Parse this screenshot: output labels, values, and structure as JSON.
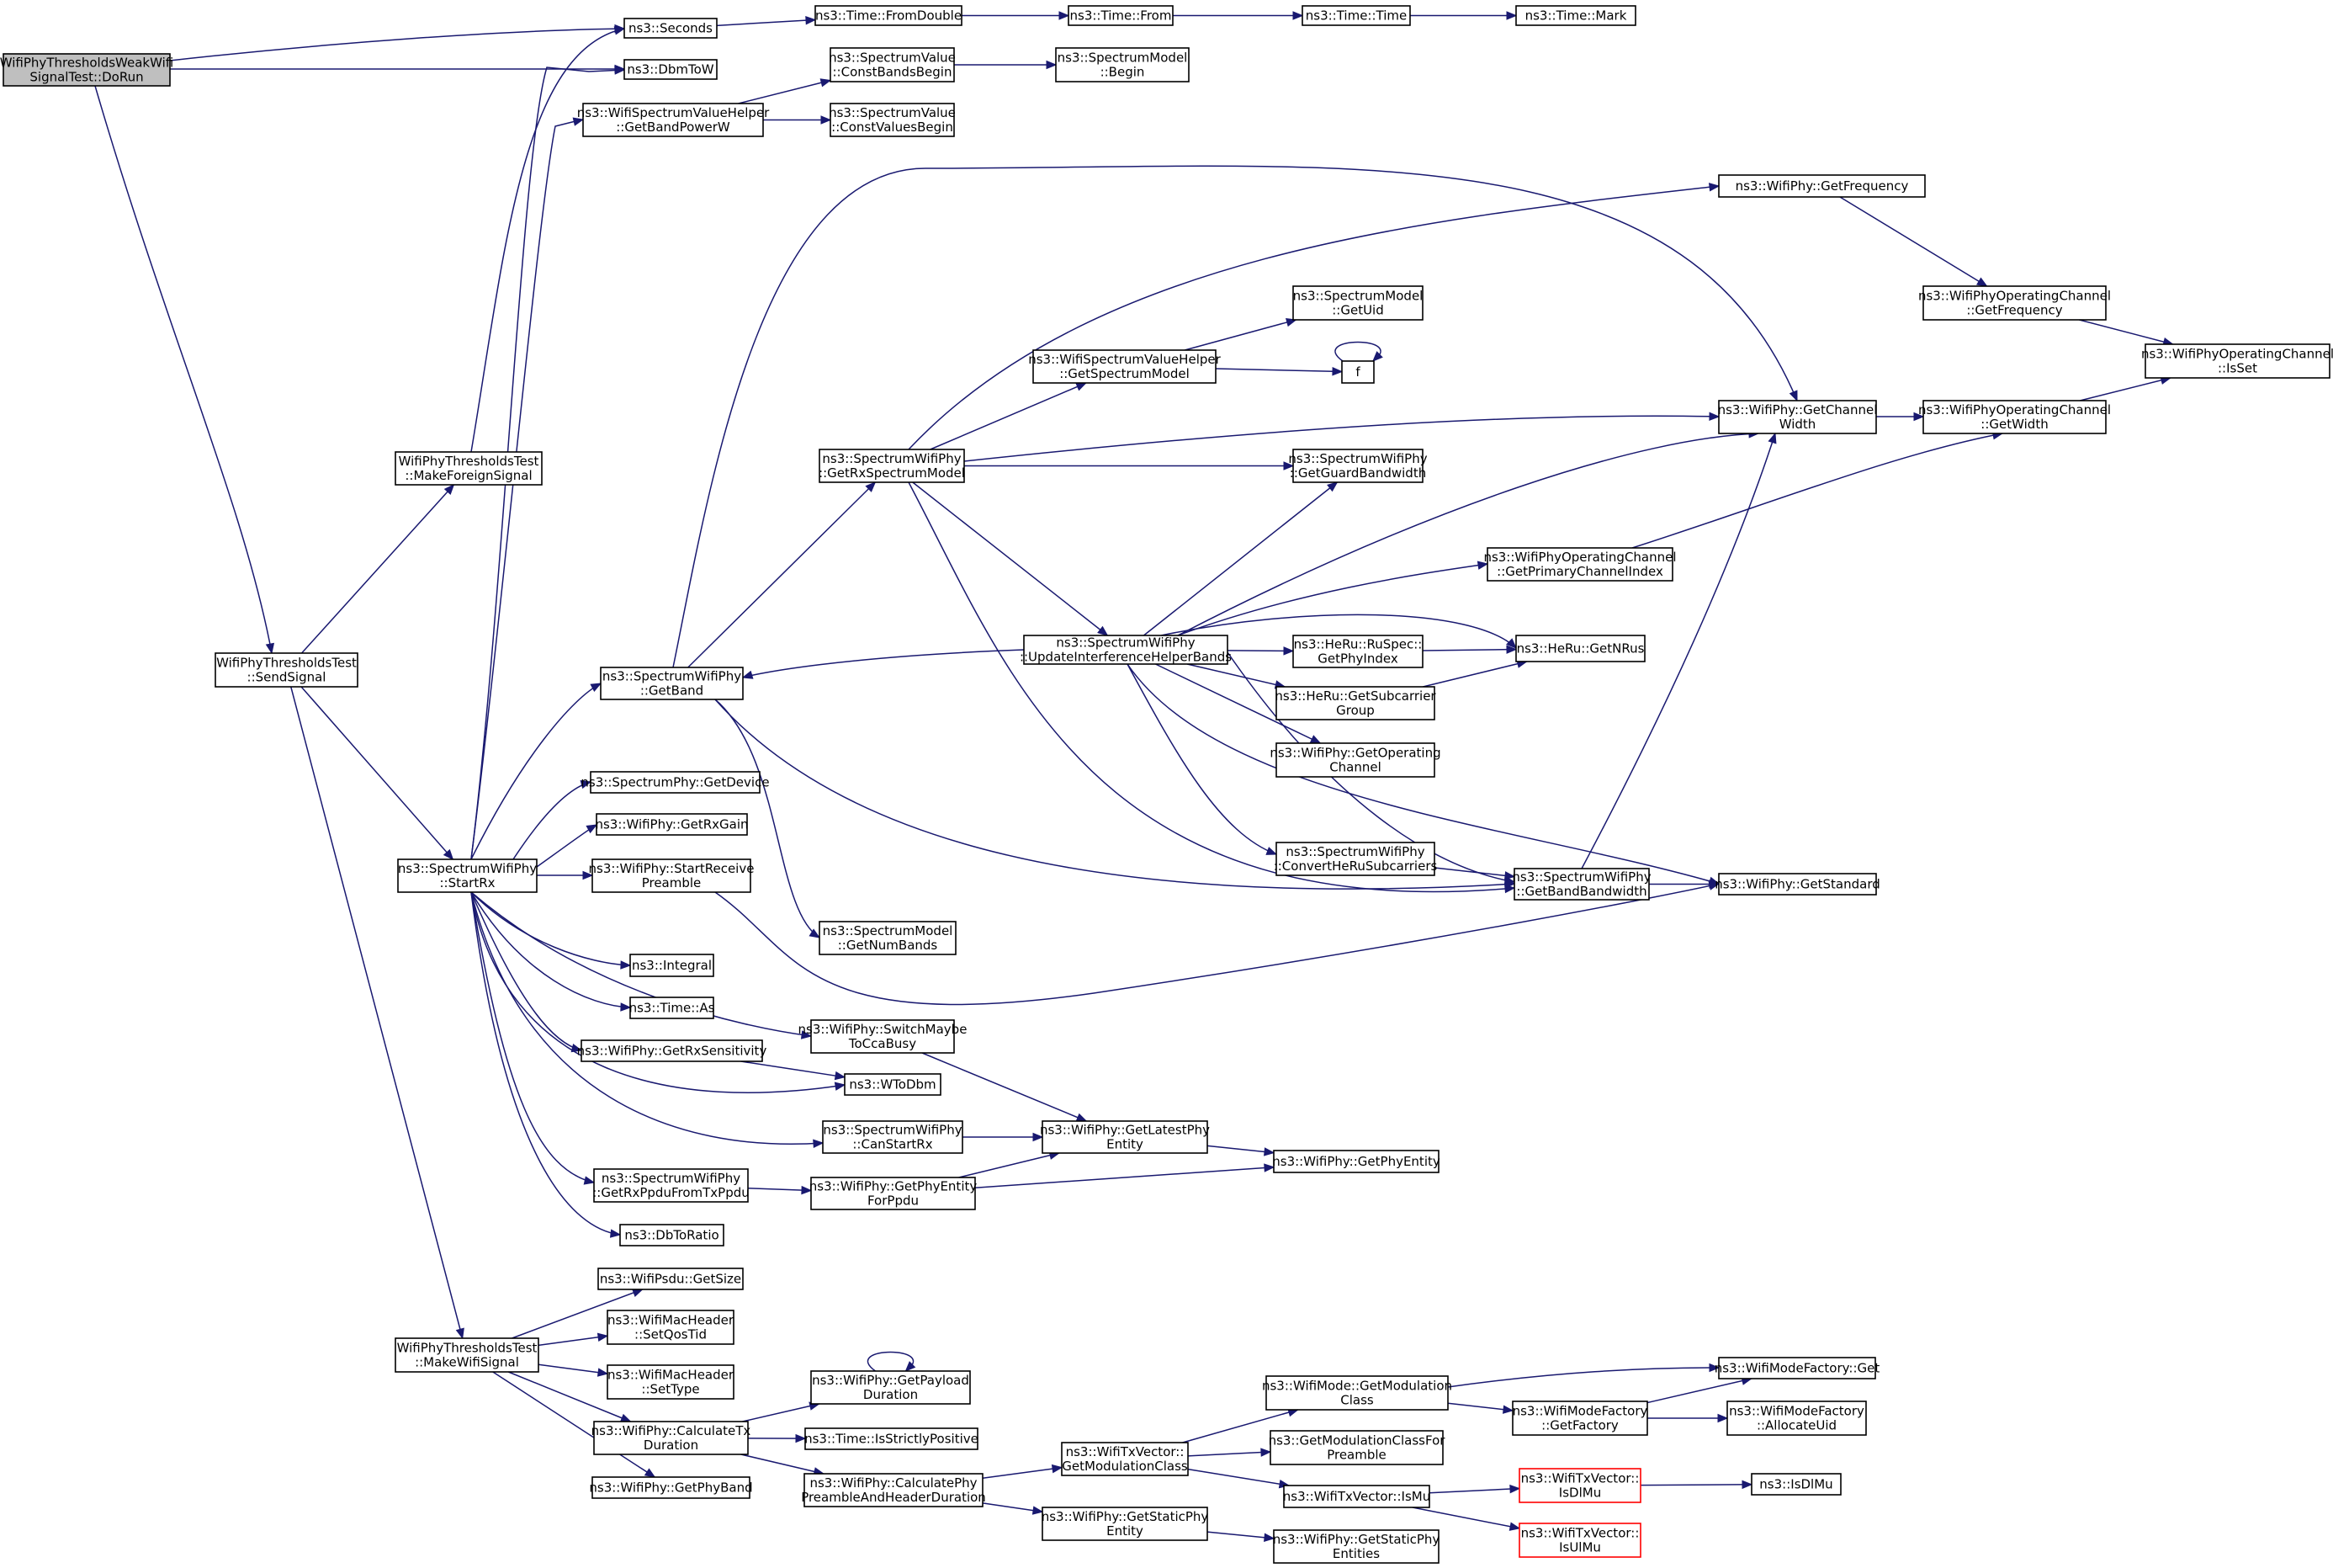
{
  "colors": {
    "edge": "#191970",
    "node_border": "#000000",
    "root_fill": "#bfbfbf",
    "truncated_border": "#ff0000"
  },
  "nodes": [
    {
      "id": "DoRun",
      "lines": [
        "WifiPhyThresholdsWeakWifi",
        "SignalTest::DoRun"
      ],
      "root": true
    },
    {
      "id": "Seconds",
      "lines": [
        "ns3::Seconds"
      ]
    },
    {
      "id": "DbmToW",
      "lines": [
        "ns3::DbmToW"
      ]
    },
    {
      "id": "FromDouble",
      "lines": [
        "ns3::Time::FromDouble"
      ]
    },
    {
      "id": "TimeFrom",
      "lines": [
        "ns3::Time::From"
      ]
    },
    {
      "id": "TimeTime",
      "lines": [
        "ns3::Time::Time"
      ]
    },
    {
      "id": "TimeMark",
      "lines": [
        "ns3::Time::Mark"
      ]
    },
    {
      "id": "ConstBandsBegin",
      "lines": [
        "ns3::SpectrumValue",
        "::ConstBandsBegin"
      ]
    },
    {
      "id": "SMBegin",
      "lines": [
        "ns3::SpectrumModel",
        "::Begin"
      ]
    },
    {
      "id": "GetBandPowerW",
      "lines": [
        "ns3::WifiSpectrumValueHelper",
        "::GetBandPowerW"
      ]
    },
    {
      "id": "ConstValuesBegin",
      "lines": [
        "ns3::SpectrumValue",
        "::ConstValuesBegin"
      ]
    },
    {
      "id": "GetFrequency",
      "lines": [
        "ns3::WifiPhy::GetFrequency"
      ]
    },
    {
      "id": "OCGetFrequency",
      "lines": [
        "ns3::WifiPhyOperatingChannel",
        "::GetFrequency"
      ]
    },
    {
      "id": "OCIsSet",
      "lines": [
        "ns3::WifiPhyOperatingChannel",
        "::IsSet"
      ]
    },
    {
      "id": "SMGetUid",
      "lines": [
        "ns3::SpectrumModel",
        "::GetUid"
      ]
    },
    {
      "id": "GetSpectrumModel",
      "lines": [
        "ns3::WifiSpectrumValueHelper",
        "::GetSpectrumModel"
      ]
    },
    {
      "id": "f",
      "lines": [
        "f"
      ]
    },
    {
      "id": "GetChannelWidth",
      "lines": [
        "ns3::WifiPhy::GetChannel",
        "Width"
      ]
    },
    {
      "id": "OCGetWidth",
      "lines": [
        "ns3::WifiPhyOperatingChannel",
        "::GetWidth"
      ]
    },
    {
      "id": "MakeForeignSignal",
      "lines": [
        "WifiPhyThresholdsTest",
        "::MakeForeignSignal"
      ]
    },
    {
      "id": "GetRxSpectrumModel",
      "lines": [
        "ns3::SpectrumWifiPhy",
        "::GetRxSpectrumModel"
      ]
    },
    {
      "id": "GetGuardBandwidth",
      "lines": [
        "ns3::SpectrumWifiPhy",
        "::GetGuardBandwidth"
      ]
    },
    {
      "id": "GetPrimaryChannelIndex",
      "lines": [
        "ns3::WifiPhyOperatingChannel",
        "::GetPrimaryChannelIndex"
      ]
    },
    {
      "id": "SendSignal",
      "lines": [
        "WifiPhyThresholdsTest",
        "::SendSignal"
      ]
    },
    {
      "id": "UpdateInterference",
      "lines": [
        "ns3::SpectrumWifiPhy",
        "::UpdateInterferenceHelperBands"
      ]
    },
    {
      "id": "RuGetPhyIndex",
      "lines": [
        "ns3::HeRu::RuSpec::",
        "GetPhyIndex"
      ]
    },
    {
      "id": "HeRuGetNRus",
      "lines": [
        "ns3::HeRu::GetNRus"
      ]
    },
    {
      "id": "GetBand",
      "lines": [
        "ns3::SpectrumWifiPhy",
        "::GetBand"
      ]
    },
    {
      "id": "GetSubcarrierGroup",
      "lines": [
        "ns3::HeRu::GetSubcarrier",
        "Group"
      ]
    },
    {
      "id": "GetOperatingChannel",
      "lines": [
        "ns3::WifiPhy::GetOperating",
        "Channel"
      ]
    },
    {
      "id": "GetDevice",
      "lines": [
        "ns3::SpectrumPhy::GetDevice"
      ]
    },
    {
      "id": "GetRxGain",
      "lines": [
        "ns3::WifiPhy::GetRxGain"
      ]
    },
    {
      "id": "StartRx",
      "lines": [
        "ns3::SpectrumWifiPhy",
        "::StartRx"
      ]
    },
    {
      "id": "StartReceivePreamble",
      "lines": [
        "ns3::WifiPhy::StartReceive",
        "Preamble"
      ]
    },
    {
      "id": "ConvertHeRuSubcarriers",
      "lines": [
        "ns3::SpectrumWifiPhy",
        "::ConvertHeRuSubcarriers"
      ]
    },
    {
      "id": "GetBandBandwidth",
      "lines": [
        "ns3::SpectrumWifiPhy",
        "::GetBandBandwidth"
      ]
    },
    {
      "id": "GetStandard",
      "lines": [
        "ns3::WifiPhy::GetStandard"
      ]
    },
    {
      "id": "SMGetNumBands",
      "lines": [
        "ns3::SpectrumModel",
        "::GetNumBands"
      ]
    },
    {
      "id": "Integral",
      "lines": [
        "ns3::Integral"
      ]
    },
    {
      "id": "TimeAs",
      "lines": [
        "ns3::Time::As"
      ]
    },
    {
      "id": "SwitchMaybeToCcaBusy",
      "lines": [
        "ns3::WifiPhy::SwitchMaybe",
        "ToCcaBusy"
      ]
    },
    {
      "id": "GetRxSensitivity",
      "lines": [
        "ns3::WifiPhy::GetRxSensitivity"
      ]
    },
    {
      "id": "WToDbm",
      "lines": [
        "ns3::WToDbm"
      ]
    },
    {
      "id": "GetLatestPhyEntity",
      "lines": [
        "ns3::WifiPhy::GetLatestPhy",
        "Entity"
      ]
    },
    {
      "id": "CanStartRx",
      "lines": [
        "ns3::SpectrumWifiPhy",
        "::CanStartRx"
      ]
    },
    {
      "id": "GetPhyEntity",
      "lines": [
        "ns3::WifiPhy::GetPhyEntity"
      ]
    },
    {
      "id": "GetRxPpduFromTxPpdu",
      "lines": [
        "ns3::SpectrumWifiPhy",
        "::GetRxPpduFromTxPpdu"
      ]
    },
    {
      "id": "GetPhyEntityForPpdu",
      "lines": [
        "ns3::WifiPhy::GetPhyEntity",
        "ForPpdu"
      ]
    },
    {
      "id": "DbToRatio",
      "lines": [
        "ns3::DbToRatio"
      ]
    },
    {
      "id": "PsduGetSize",
      "lines": [
        "ns3::WifiPsdu::GetSize"
      ]
    },
    {
      "id": "SetQosTid",
      "lines": [
        "ns3::WifiMacHeader",
        "::SetQosTid"
      ]
    },
    {
      "id": "MakeWifiSignal",
      "lines": [
        "WifiPhyThresholdsTest",
        "::MakeWifiSignal"
      ]
    },
    {
      "id": "SetType",
      "lines": [
        "ns3::WifiMacHeader",
        "::SetType"
      ]
    },
    {
      "id": "WifiModeFactoryGet",
      "lines": [
        "ns3::WifiModeFactory::Get"
      ]
    },
    {
      "id": "GetPayloadDuration",
      "lines": [
        "ns3::WifiPhy::GetPayload",
        "Duration"
      ]
    },
    {
      "id": "GetModulationClass",
      "lines": [
        "ns3::WifiMode::GetModulation",
        "Class"
      ]
    },
    {
      "id": "GetFactory",
      "lines": [
        "ns3::WifiModeFactory",
        "::GetFactory"
      ]
    },
    {
      "id": "AllocateUid",
      "lines": [
        "ns3::WifiModeFactory",
        "::AllocateUid"
      ]
    },
    {
      "id": "CalculateTxDuration",
      "lines": [
        "ns3::WifiPhy::CalculateTx",
        "Duration"
      ]
    },
    {
      "id": "IsStrictlyPositive",
      "lines": [
        "ns3::Time::IsStrictlyPositive"
      ]
    },
    {
      "id": "TxVectorGetModClass",
      "lines": [
        "ns3::WifiTxVector::",
        "GetModulationClass"
      ]
    },
    {
      "id": "GetModClassForPreamble",
      "lines": [
        "ns3::GetModulationClassFor",
        "Preamble"
      ]
    },
    {
      "id": "CalcPhyPreamble",
      "lines": [
        "ns3::WifiPhy::CalculatePhy",
        "PreambleAndHeaderDuration"
      ]
    },
    {
      "id": "TxVectorIsMu",
      "lines": [
        "ns3::WifiTxVector::IsMu"
      ]
    },
    {
      "id": "TxVectorIsDlMu",
      "lines": [
        "ns3::WifiTxVector::",
        "IsDlMu"
      ],
      "truncated": true
    },
    {
      "id": "IsDlMu",
      "lines": [
        "ns3::IsDlMu"
      ]
    },
    {
      "id": "GetPhyBand",
      "lines": [
        "ns3::WifiPhy::GetPhyBand"
      ]
    },
    {
      "id": "GetStaticPhyEntity",
      "lines": [
        "ns3::WifiPhy::GetStaticPhy",
        "Entity"
      ]
    },
    {
      "id": "TxVectorIsUlMu",
      "lines": [
        "ns3::WifiTxVector::",
        "IsUlMu"
      ],
      "truncated": true
    },
    {
      "id": "GetStaticPhyEntities",
      "lines": [
        "ns3::WifiPhy::GetStaticPhy",
        "Entities"
      ]
    }
  ],
  "edges": [
    [
      "DoRun",
      "Seconds"
    ],
    [
      "DoRun",
      "DbmToW"
    ],
    [
      "DoRun",
      "SendSignal"
    ],
    [
      "Seconds",
      "FromDouble"
    ],
    [
      "FromDouble",
      "TimeFrom"
    ],
    [
      "TimeFrom",
      "TimeTime"
    ],
    [
      "TimeTime",
      "TimeMark"
    ],
    [
      "GetBandPowerW",
      "ConstBandsBegin"
    ],
    [
      "GetBandPowerW",
      "ConstValuesBegin"
    ],
    [
      "ConstBandsBegin",
      "SMBegin"
    ],
    [
      "GetFrequency",
      "OCGetFrequency"
    ],
    [
      "OCGetFrequency",
      "OCIsSet"
    ],
    [
      "OCGetWidth",
      "OCIsSet"
    ],
    [
      "GetChannelWidth",
      "OCGetWidth"
    ],
    [
      "GetPrimaryChannelIndex",
      "OCGetWidth"
    ],
    [
      "GetSpectrumModel",
      "SMGetUid"
    ],
    [
      "GetSpectrumModel",
      "f"
    ],
    [
      "f",
      "f"
    ],
    [
      "MakeForeignSignal",
      "Seconds"
    ],
    [
      "GetRxSpectrumModel",
      "GetFrequency"
    ],
    [
      "GetRxSpectrumModel",
      "GetSpectrumModel"
    ],
    [
      "GetRxSpectrumModel",
      "GetChannelWidth"
    ],
    [
      "GetRxSpectrumModel",
      "GetGuardBandwidth"
    ],
    [
      "GetRxSpectrumModel",
      "UpdateInterference"
    ],
    [
      "GetRxSpectrumModel",
      "GetBandBandwidth"
    ],
    [
      "SendSignal",
      "MakeForeignSignal"
    ],
    [
      "SendSignal",
      "StartRx"
    ],
    [
      "SendSignal",
      "MakeWifiSignal"
    ],
    [
      "UpdateInterference",
      "GetBand"
    ],
    [
      "UpdateInterference",
      "GetGuardBandwidth"
    ],
    [
      "UpdateInterference",
      "GetChannelWidth"
    ],
    [
      "UpdateInterference",
      "GetPrimaryChannelIndex"
    ],
    [
      "UpdateInterference",
      "RuGetPhyIndex"
    ],
    [
      "UpdateInterference",
      "HeRuGetNRus"
    ],
    [
      "UpdateInterference",
      "GetSubcarrierGroup"
    ],
    [
      "UpdateInterference",
      "GetOperatingChannel"
    ],
    [
      "UpdateInterference",
      "ConvertHeRuSubcarriers"
    ],
    [
      "UpdateInterference",
      "GetBandBandwidth"
    ],
    [
      "UpdateInterference",
      "GetStandard"
    ],
    [
      "RuGetPhyIndex",
      "HeRuGetNRus"
    ],
    [
      "GetSubcarrierGroup",
      "HeRuGetNRus"
    ],
    [
      "GetBand",
      "GetChannelWidth"
    ],
    [
      "GetBand",
      "GetRxSpectrumModel"
    ],
    [
      "GetBand",
      "GetBandBandwidth"
    ],
    [
      "GetBand",
      "SMGetNumBands"
    ],
    [
      "ConvertHeRuSubcarriers",
      "GetBandBandwidth"
    ],
    [
      "GetBandBandwidth",
      "GetStandard"
    ],
    [
      "GetBandBandwidth",
      "GetChannelWidth"
    ],
    [
      "StartRx",
      "DbmToW"
    ],
    [
      "StartRx",
      "GetBandPowerW"
    ],
    [
      "StartRx",
      "GetBand"
    ],
    [
      "StartRx",
      "GetDevice"
    ],
    [
      "StartRx",
      "GetRxGain"
    ],
    [
      "StartRx",
      "StartReceivePreamble"
    ],
    [
      "StartRx",
      "Integral"
    ],
    [
      "StartRx",
      "TimeAs"
    ],
    [
      "StartRx",
      "SwitchMaybeToCcaBusy"
    ],
    [
      "StartRx",
      "GetRxSensitivity"
    ],
    [
      "StartRx",
      "WToDbm"
    ],
    [
      "StartRx",
      "CanStartRx"
    ],
    [
      "StartRx",
      "GetRxPpduFromTxPpdu"
    ],
    [
      "StartRx",
      "DbToRatio"
    ],
    [
      "StartReceivePreamble",
      "GetStandard"
    ],
    [
      "SwitchMaybeToCcaBusy",
      "GetLatestPhyEntity"
    ],
    [
      "GetRxSensitivity",
      "WToDbm"
    ],
    [
      "CanStartRx",
      "GetLatestPhyEntity"
    ],
    [
      "GetLatestPhyEntity",
      "GetPhyEntity"
    ],
    [
      "GetRxPpduFromTxPpdu",
      "GetPhyEntityForPpdu"
    ],
    [
      "GetPhyEntityForPpdu",
      "GetLatestPhyEntity"
    ],
    [
      "GetPhyEntityForPpdu",
      "GetPhyEntity"
    ],
    [
      "MakeWifiSignal",
      "PsduGetSize"
    ],
    [
      "MakeWifiSignal",
      "SetQosTid"
    ],
    [
      "MakeWifiSignal",
      "SetType"
    ],
    [
      "MakeWifiSignal",
      "CalculateTxDuration"
    ],
    [
      "MakeWifiSignal",
      "GetPhyBand"
    ],
    [
      "CalculateTxDuration",
      "GetPayloadDuration"
    ],
    [
      "CalculateTxDuration",
      "IsStrictlyPositive"
    ],
    [
      "CalculateTxDuration",
      "CalcPhyPreamble"
    ],
    [
      "GetPayloadDuration",
      "GetPayloadDuration"
    ],
    [
      "CalcPhyPreamble",
      "TxVectorGetModClass"
    ],
    [
      "CalcPhyPreamble",
      "GetStaticPhyEntity"
    ],
    [
      "TxVectorGetModClass",
      "GetModulationClass"
    ],
    [
      "TxVectorGetModClass",
      "GetModClassForPreamble"
    ],
    [
      "TxVectorGetModClass",
      "TxVectorIsMu"
    ],
    [
      "GetModulationClass",
      "WifiModeFactoryGet"
    ],
    [
      "GetModulationClass",
      "GetFactory"
    ],
    [
      "GetFactory",
      "WifiModeFactoryGet"
    ],
    [
      "GetFactory",
      "AllocateUid"
    ],
    [
      "TxVectorIsMu",
      "TxVectorIsDlMu"
    ],
    [
      "TxVectorIsMu",
      "TxVectorIsUlMu"
    ],
    [
      "TxVectorIsDlMu",
      "IsDlMu"
    ],
    [
      "GetStaticPhyEntity",
      "GetStaticPhyEntities"
    ]
  ]
}
